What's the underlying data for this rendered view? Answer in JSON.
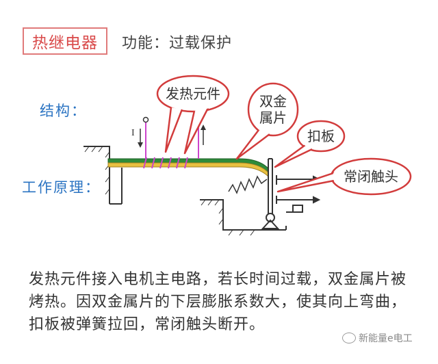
{
  "header": {
    "title": "热继电器",
    "subtitle": "功能：过载保护"
  },
  "labels": {
    "structure": "结构：",
    "principle": "工作原理："
  },
  "callouts": {
    "heating_element": "发热元件",
    "bimetal_line1": "双金",
    "bimetal_line2": "属片",
    "lever": "扣板",
    "nc_contact": "常闭触头"
  },
  "diagram": {
    "current_symbol": "I"
  },
  "description": "发热元件接入电机主电路，若长时间过载，双金属片被烤热。因双金属片的下层膨胀系数大，使其向上弯曲，扣板被弹簧拉回，常闭触头断开。",
  "watermark": "新能量e电工",
  "colors": {
    "title_border": "#e07a7a",
    "title_text": "#d94a4a",
    "label_blue": "#2a73c2",
    "callout_outline": "#d23c3c",
    "heating_wire": "#cc44cc",
    "bimetal_top": "#2e8b3a",
    "bimetal_bottom": "#e8c040"
  }
}
